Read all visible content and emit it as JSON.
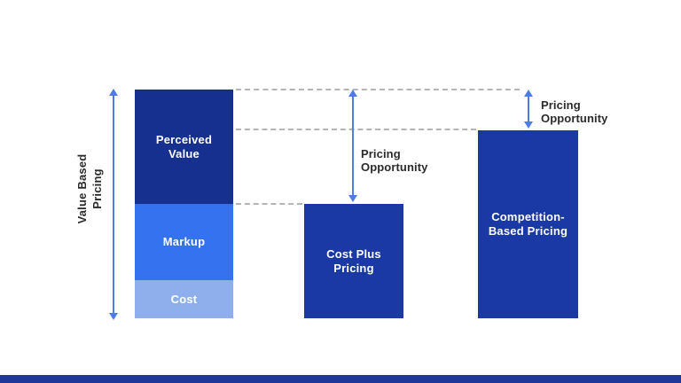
{
  "colors": {
    "background": "#FFFFFF",
    "perceived_value": "#16308F",
    "markup": "#3472F0",
    "cost": "#8FAFEC",
    "solid_bar": "#1A39A4",
    "arrow": "#4F7CE2",
    "dashed_line": "#B5B5B5",
    "footer_bar": "#1E3799",
    "label_on_bar": "#FFFFFF",
    "label_dark": "#2B2B2B"
  },
  "axis_label": "Value Based\nPricing",
  "bars": {
    "value_based": {
      "segments": [
        {
          "name": "perceived-value",
          "label": "Perceived\nValue"
        },
        {
          "name": "markup",
          "label": "Markup"
        },
        {
          "name": "cost",
          "label": "Cost"
        }
      ]
    },
    "cost_plus": {
      "label": "Cost Plus\nPricing"
    },
    "competition": {
      "label": "Competition-\nBased Pricing"
    }
  },
  "annotations": {
    "opportunity_mid": "Pricing\nOpportunity",
    "opportunity_right": "Pricing\nOpportunity"
  }
}
